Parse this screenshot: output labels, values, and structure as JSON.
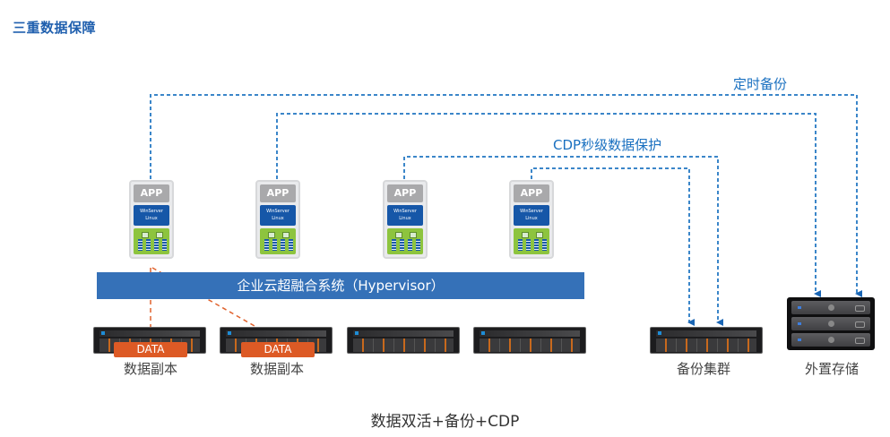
{
  "title": "三重数据保障",
  "labels": {
    "scheduled_backup": "定时备份",
    "cdp_protection": "CDP秒级数据保护",
    "hypervisor": "企业云超融合系统（Hypervisor）",
    "bottom_caption": "数据双活+备份+CDP"
  },
  "vms": [
    {
      "app": "APP",
      "os_line1": "WinServer",
      "os_line2": "Linux"
    },
    {
      "app": "APP",
      "os_line1": "WinServer",
      "os_line2": "Linux"
    },
    {
      "app": "APP",
      "os_line1": "WinServer",
      "os_line2": "Linux"
    },
    {
      "app": "APP",
      "os_line1": "WinServer",
      "os_line2": "Linux"
    }
  ],
  "servers": [
    {
      "tag": "DATA",
      "caption": "数据副本"
    },
    {
      "tag": "DATA",
      "caption": "数据副本"
    },
    {
      "tag": "",
      "caption": ""
    },
    {
      "tag": "",
      "caption": ""
    }
  ],
  "backup_cluster": {
    "caption": "备份集群"
  },
  "external_storage": {
    "caption": "外置存储"
  },
  "colors": {
    "title": "#1f5fae",
    "flow_line": "#3b86c9",
    "replica_line": "#e0622d",
    "hypervisor_bar": "#3571b8",
    "data_tag": "#dd5a25"
  }
}
